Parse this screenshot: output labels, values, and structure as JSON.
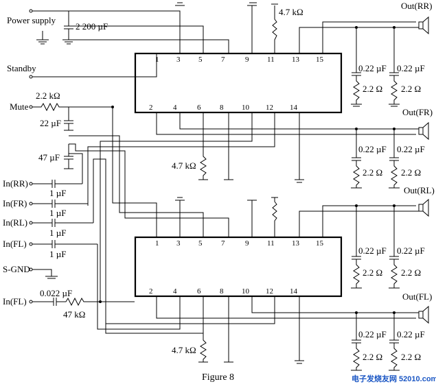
{
  "labels": {
    "power_supply": "Power supply",
    "standby": "Standby",
    "mute": "Mute",
    "in_rr": "In(RR)",
    "in_fr": "In(FR)",
    "in_rl": "In(RL)",
    "in_fl": "In(FL)",
    "s_gnd": "S-GND",
    "in_fl2": "In(FL)",
    "out_rr": "Out(RR)",
    "out_fr": "Out(FR)",
    "out_rl": "Out(RL)",
    "out_fl": "Out(FL)"
  },
  "values": {
    "c_2200": "2 200 µF",
    "r_22k": "2.2 kΩ",
    "c_22": "22 µF",
    "c_47": "47 µF",
    "c_1u": "1 µF",
    "c_0022": "0.022 µF",
    "r_47k": "47 kΩ",
    "r_4k7": "4.7 kΩ",
    "c_022": "0.22 µF",
    "r_22": "2.2 Ω"
  },
  "ic_top_pins_upper": [
    "1",
    "3",
    "5",
    "7",
    "9",
    "11",
    "13",
    "15"
  ],
  "ic_top_pins_lower": [
    "2",
    "4",
    "6",
    "8",
    "10",
    "12",
    "14"
  ],
  "caption": "Figure 8",
  "watermark": "电子发烧友网 52010.com"
}
